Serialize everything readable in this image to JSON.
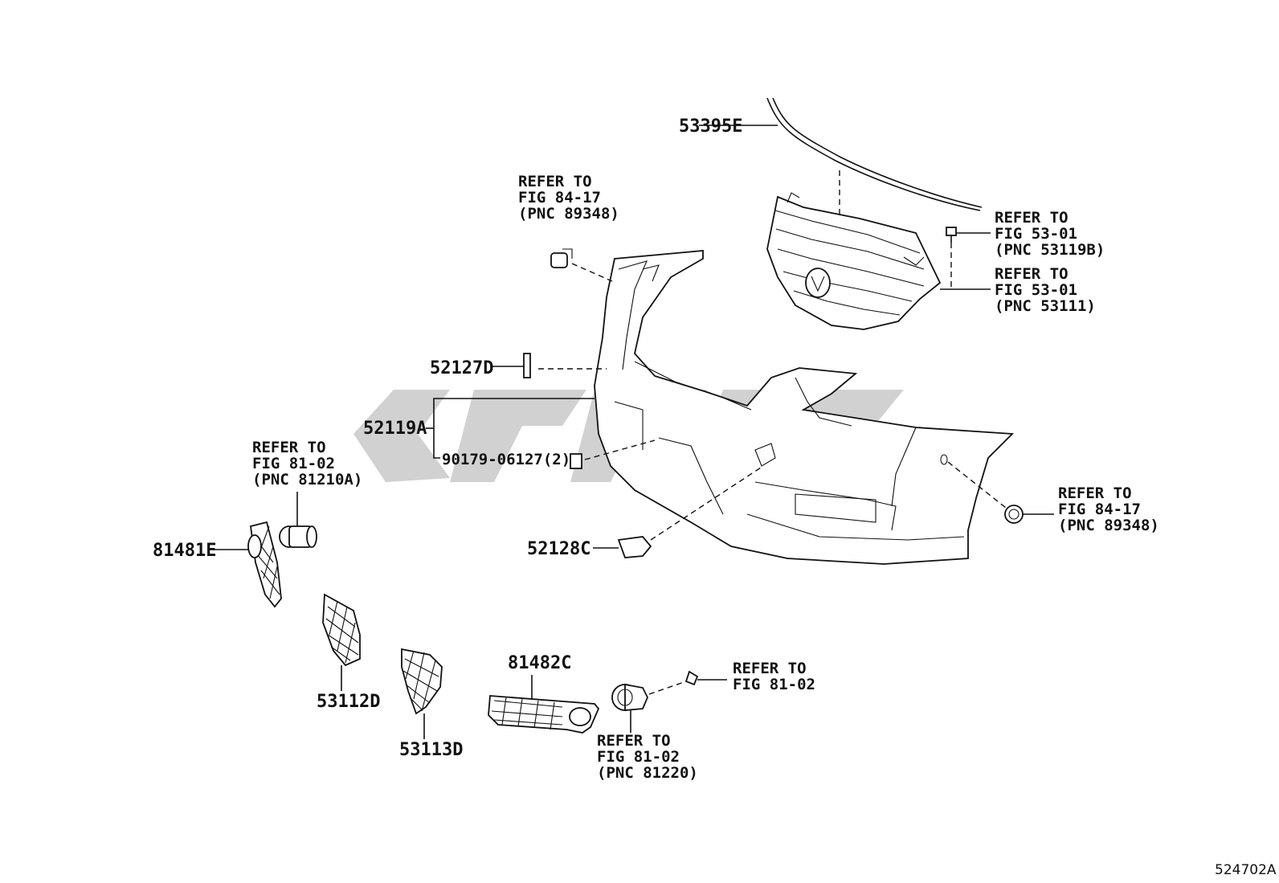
{
  "figure_id": "524702A",
  "watermark": "",
  "callouts": {
    "p53395E": "53395E",
    "p52127D": "52127D",
    "p52119A": "52119A",
    "p90179": "90179-06127(2)",
    "p52128C": "52128C",
    "p81481E": "81481E",
    "p53112D": "53112D",
    "p53113D": "53113D",
    "p81482C": "81482C"
  },
  "refs": {
    "r8417_top": [
      "REFER TO",
      "FIG 84-17",
      "(PNC 89348)"
    ],
    "r5301_a": [
      "REFER TO",
      "FIG 53-01",
      "(PNC 53119B)"
    ],
    "r5301_b": [
      "REFER TO",
      "FIG 53-01",
      "(PNC 53111)"
    ],
    "r8102_left": [
      "REFER TO",
      "FIG 81-02",
      "(PNC 81210A)"
    ],
    "r8417_right": [
      "REFER TO",
      "FIG 84-17",
      "(PNC 89348)"
    ],
    "r8102_bolt": [
      "REFER TO",
      "FIG 81-02"
    ],
    "r8102_bot": [
      "REFER TO",
      "FIG 81-02",
      "(PNC 81220)"
    ]
  }
}
